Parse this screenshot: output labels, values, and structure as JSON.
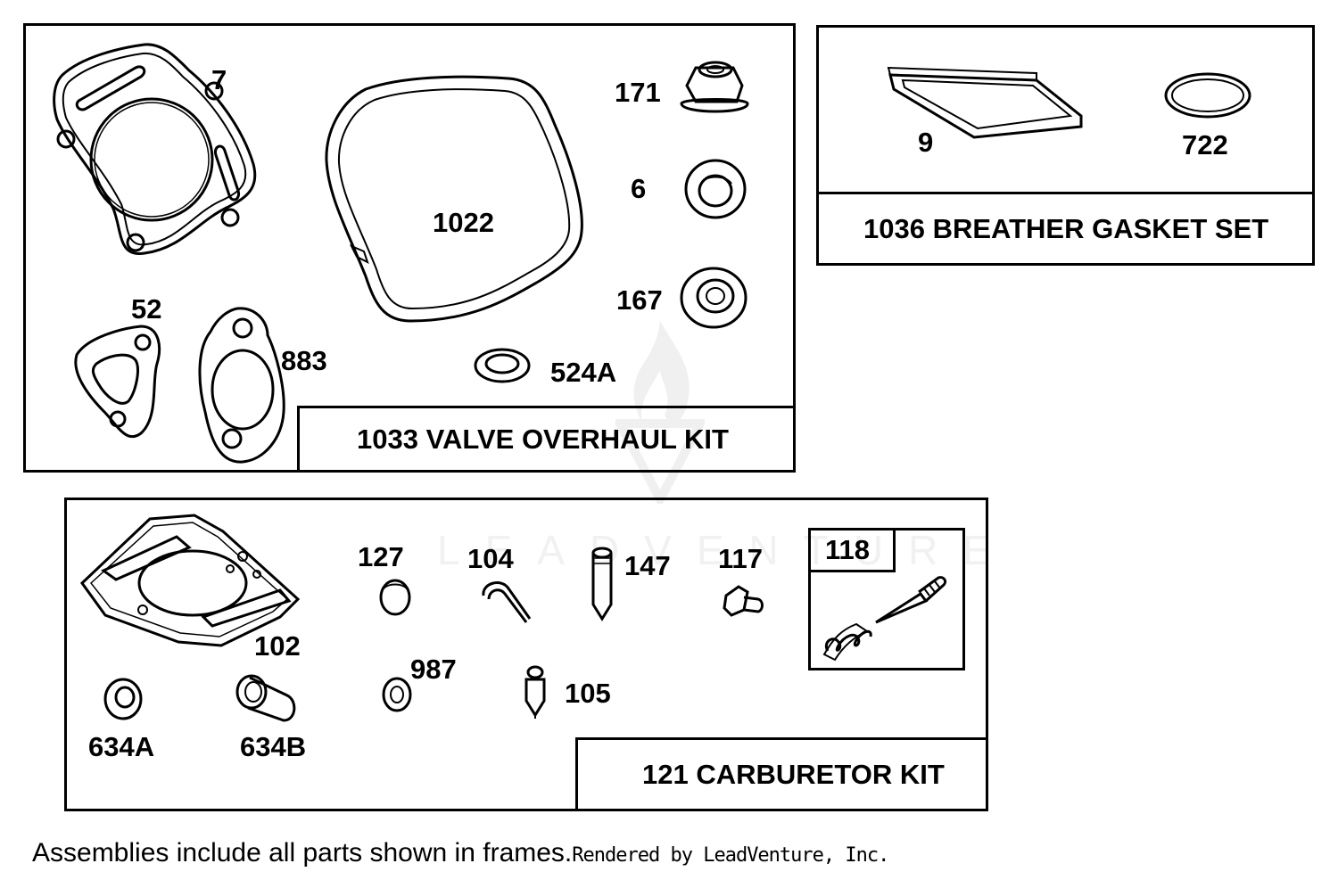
{
  "valve_kit": {
    "label": "1033 VALVE OVERHAUL KIT",
    "callouts": [
      "7",
      "1022",
      "171",
      "6",
      "167",
      "52",
      "883",
      "524A"
    ]
  },
  "breather_kit": {
    "label": "1036 BREATHER GASKET SET",
    "callouts": [
      "9",
      "722"
    ]
  },
  "carb_kit": {
    "label": "121 CARBURETOR KIT",
    "callouts": [
      "127",
      "104",
      "147",
      "117",
      "102",
      "987",
      "105",
      "634A",
      "634B"
    ],
    "subkit_label": "118"
  },
  "footer": {
    "note": "Assemblies include all parts shown in frames.",
    "rendered_by": "Rendered by LeadVenture, Inc."
  },
  "watermark": "LEADVENTURE",
  "icons": [
    "head-gasket-icon",
    "valve-cover-gasket-icon",
    "nut-icon",
    "seal-icon",
    "spring-icon",
    "needle-icon"
  ]
}
